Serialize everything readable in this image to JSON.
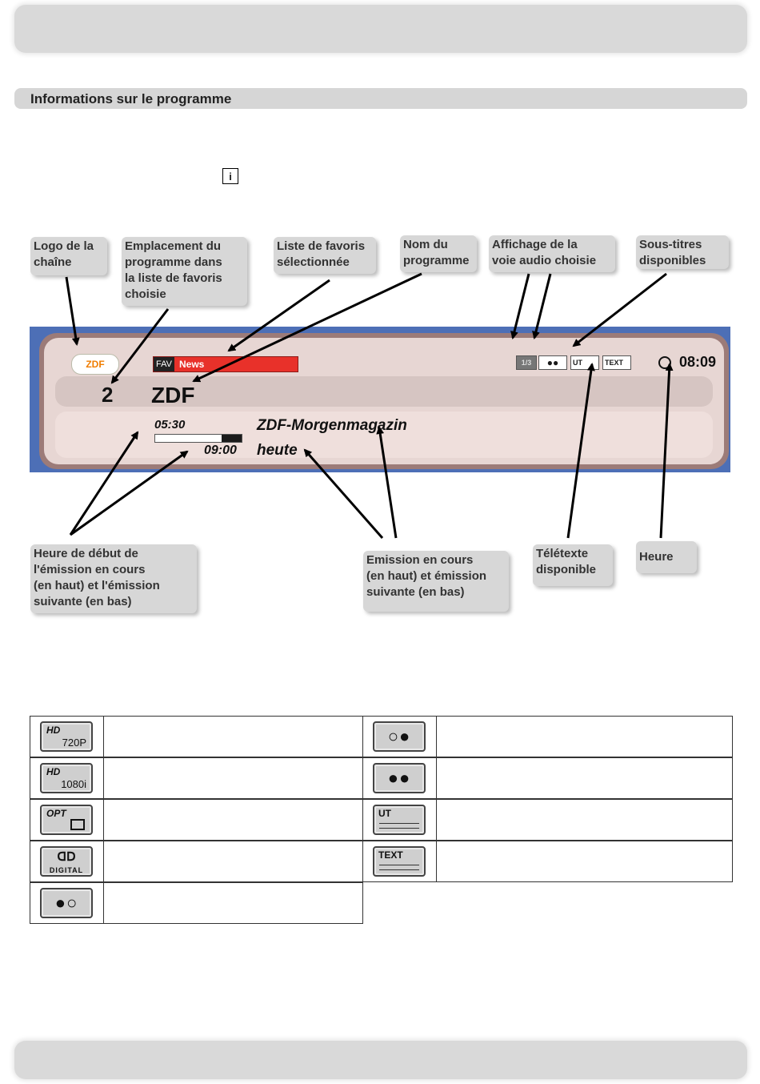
{
  "section": {
    "title": "Informations sur le programme"
  },
  "info_key": {
    "label": "i"
  },
  "callouts": {
    "logo": "Logo de la\nchaîne",
    "fav_position": "Emplacement du\nprogramme dans\nla liste de favoris\nchoisie",
    "fav_list": "Liste de favoris\nsélectionnée",
    "program_name": "Nom du\nprogramme",
    "audio": "Affichage de la\nvoie audio choisie",
    "subtitles": "Sous-titres\ndisponibles",
    "start_times": "Heure de début de\nl'émission en cours\n(en haut) et l'émission\nsuivante (en bas)",
    "broadcasts": "Emission en cours\n(en haut) et émission\nsuivante (en bas)",
    "teletext": "Télétexte\ndisponible",
    "time": "Heure"
  },
  "screen": {
    "logo_text": "ZDF",
    "fav_tag": "FAV",
    "fav_name": "News",
    "audio_count": "1/3",
    "audio_icon": "●●",
    "ut_label": "UT",
    "text_label": "TEXT",
    "clock": "08:09",
    "program_number": "2",
    "program_name": "ZDF",
    "start_now": "05:30",
    "start_next": "09:00",
    "progress": 0.77,
    "title_now": "ZDF-Morgenmagazin",
    "title_next": "heute"
  },
  "legend_icons": {
    "hd720_a": "HD",
    "hd720_b": "720P",
    "hd1080_a": "HD",
    "hd1080_b": "1080i",
    "opt": "OPT",
    "dolby_top": "ᗡᗞ",
    "dolby_bottom": "DIGITAL",
    "stereo_left": "●○",
    "stereo_both": "○●",
    "stereo_dual": "●●",
    "ut": "UT",
    "text": "TEXT"
  }
}
